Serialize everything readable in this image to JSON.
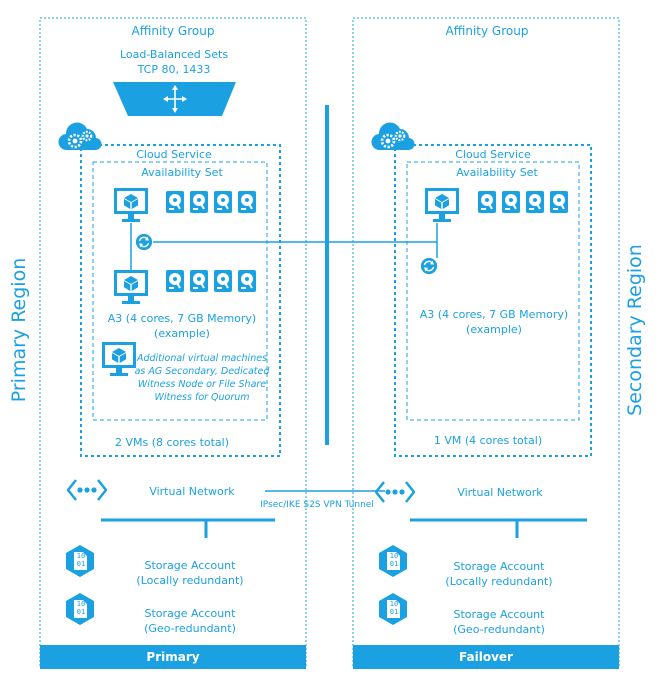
{
  "colors": {
    "accent": "#1ba1e2",
    "white": "#ffffff"
  },
  "primary": {
    "region_label": "Primary Region",
    "affinity_group": "Affinity Group",
    "lb_title": "Load-Balanced Sets",
    "lb_ports": "TCP 80, 1433",
    "cloud_service": "Cloud Service",
    "availability_set": "Availability Set",
    "vm_spec_line1": "A3 (4 cores, 7 GB Memory)",
    "vm_spec_line2": "(example)",
    "additional_vms": [
      "Additional virtual machines",
      "as AG Secondary, Dedicated",
      "Witness Node or File Share",
      "Witness for Quorum"
    ],
    "vm_count": "2 VMs (8 cores total)",
    "virtual_network": "Virtual Network",
    "storage1_line1": "Storage Account",
    "storage1_line2": "(Locally redundant)",
    "storage2_line1": "Storage Account",
    "storage2_line2": "(Geo-redundant)",
    "footer": "Primary"
  },
  "secondary": {
    "region_label": "Secondary Region",
    "affinity_group": "Affinity Group",
    "cloud_service": "Cloud Service",
    "availability_set": "Availability Set",
    "vm_spec_line1": "A3 (4 cores, 7 GB Memory)",
    "vm_spec_line2": "(example)",
    "vm_count": "1 VM (4 cores total)",
    "virtual_network": "Virtual Network",
    "storage1_line1": "Storage Account",
    "storage1_line2": "(Locally redundant)",
    "storage2_line1": "Storage Account",
    "storage2_line2": "(Geo-redundant)",
    "footer": "Failover"
  },
  "vpn_tunnel": "IPsec/IKE S2S VPN Tunnel",
  "icons": {
    "vm": "monitor-cube-icon",
    "disk": "disk-icon",
    "sync": "sync-icon",
    "cloud": "cloud-gear-icon",
    "network": "network-icon",
    "storage": "storage-hex-icon",
    "load_balancer": "load-balancer-icon"
  },
  "storage_glyph_top": "10",
  "storage_glyph_bottom": "01"
}
